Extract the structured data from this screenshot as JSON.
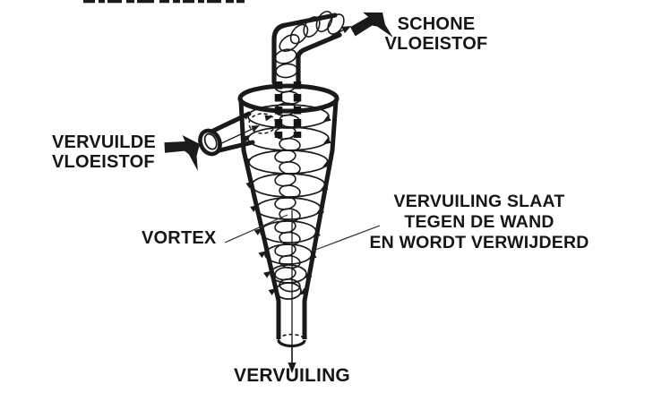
{
  "page": {
    "background": "#ffffff",
    "ink": "#1a1a1a",
    "text_color": "#161616"
  },
  "diagram": {
    "type": "hydrocyclone separator schematic",
    "labels": {
      "clean_liquid": {
        "line1": "SCHONE",
        "line2": "VLOEISTOF"
      },
      "dirty_liquid": {
        "line1": "VERVUILDE",
        "line2": "VLOEISTOF"
      },
      "vortex": "VORTEX",
      "wall_removal": {
        "line1": "VERVUILING SLAAT",
        "line2": "TEGEN DE WAND",
        "line3": "EN WORDT VERWIJDERD"
      },
      "contaminant_out": "VERVUILING"
    },
    "icons": [
      "inlet-flow-arrow-icon",
      "overflow-arrow-icon",
      "overflow-exit-arrow-icon",
      "underflow-arrow-icon"
    ]
  }
}
